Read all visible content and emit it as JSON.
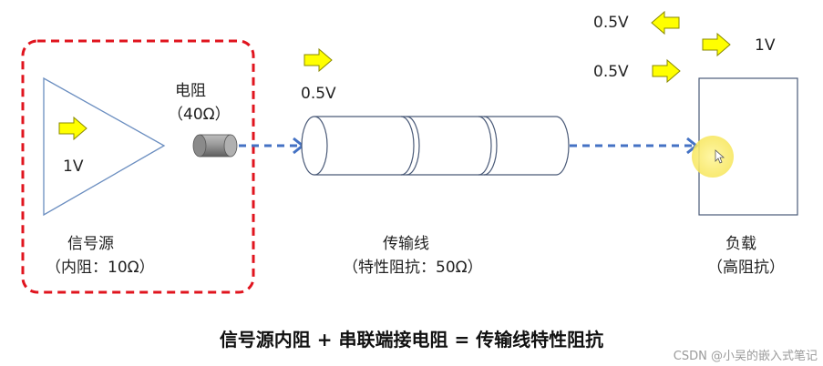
{
  "source_group": {
    "voltage_label": "1V",
    "name": "信号源",
    "detail": "（内阻：10Ω）"
  },
  "series_resistor": {
    "name": "电阻",
    "value": "（40Ω）"
  },
  "transmission_line": {
    "wave_label": "0.5V",
    "name": "传输线",
    "detail": "（特性阻抗：50Ω）"
  },
  "load": {
    "name": "负载",
    "detail": "（高阻抗）",
    "incident_label": "0.5V",
    "reflected_label": "0.5V",
    "total_label": "1V"
  },
  "caption": "信号源内阻 + 串联端接电阻 = 传输线特性阻抗",
  "watermark": "CSDN @小吴的嵌入式笔记",
  "colors": {
    "arrow_fill": "#ffff00",
    "arrow_stroke": "#8a8a00",
    "dashed_box": "#e0141e",
    "signal_line": "#4472c4",
    "cursor_highlight": "#fff27a"
  },
  "icons": [
    "right-arrow-icon",
    "left-arrow-icon",
    "dashed-arrow-icon",
    "cursor-highlight-icon"
  ]
}
